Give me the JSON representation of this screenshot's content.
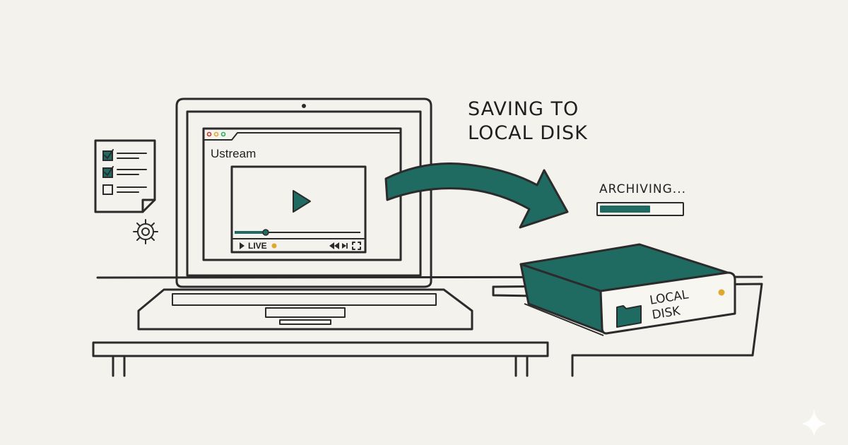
{
  "heading": {
    "line1": "SAVING TO",
    "line2": "LOCAL DISK"
  },
  "player": {
    "app_title": "Ustream",
    "live_label": "LIVE",
    "icons": [
      "play-icon",
      "rewind-icon",
      "skip-icon",
      "fullscreen-icon"
    ]
  },
  "archive": {
    "status_label": "ARCHIVING...",
    "progress_percent": 62
  },
  "disk": {
    "label_line1": "LOCAL",
    "label_line2": "DISK"
  },
  "colors": {
    "accent": "#1f6b62",
    "ink": "#2b2b2b",
    "live_dot": "#e0a92e",
    "background": "#f3f2ed"
  }
}
